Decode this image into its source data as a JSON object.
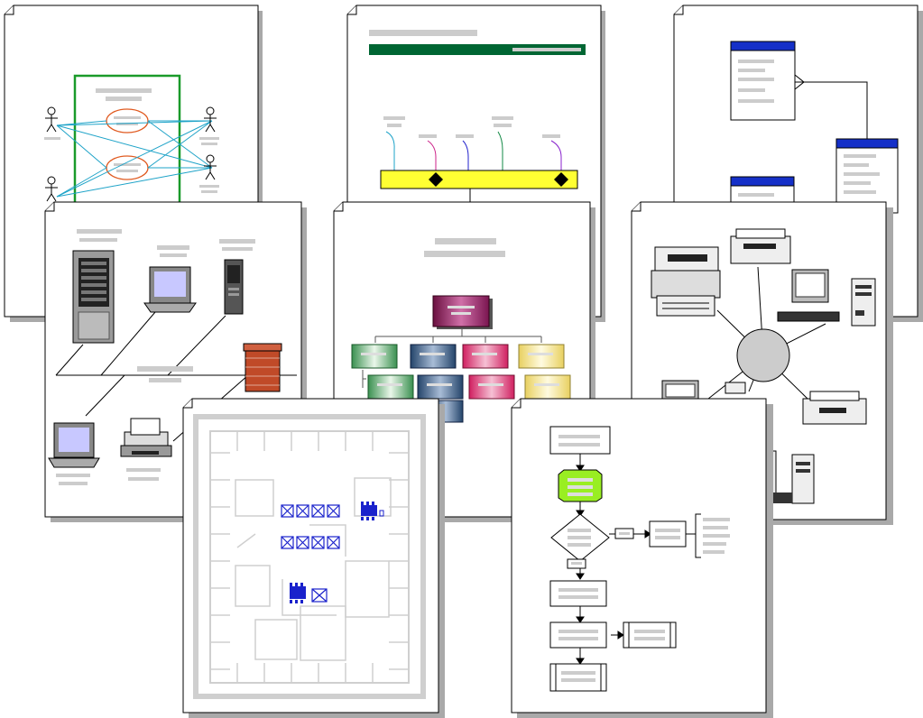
{
  "collage": {
    "pages": [
      {
        "kind": "uml-use-case-diagram",
        "icon": "stick-figure-icon"
      },
      {
        "kind": "timeline-diagram",
        "icon": "milestone-diamond-icon"
      },
      {
        "kind": "database-model-diagram",
        "icon": "entity-table-icon"
      },
      {
        "kind": "network-diagram",
        "icon": "server-tower-icon"
      },
      {
        "kind": "organization-chart",
        "icon": "org-box-icon"
      },
      {
        "kind": "star-network-diagram",
        "icon": "hub-circle-icon"
      },
      {
        "kind": "office-floor-plan",
        "icon": "desk-cluster-icon"
      },
      {
        "kind": "flowchart",
        "icon": "decision-diamond-icon"
      }
    ],
    "colors": {
      "page_shadow": "#a0a0a0",
      "placeholder_text": "#cccccc",
      "use_case_boundary": "#1a9a2a",
      "use_case_ellipse": "#e05a20",
      "connector_cyan": "#1ea3c8",
      "timeline_header": "#006633",
      "timeline_bar": "#ffff33",
      "db_header": "#1530c8",
      "org_root": "#8a1f5a",
      "floorplan_desk": "#1a22cc",
      "flowchart_highlight": "#99ee22",
      "firewall_brick": "#c04a28",
      "hub_gray": "#cccccc"
    }
  }
}
